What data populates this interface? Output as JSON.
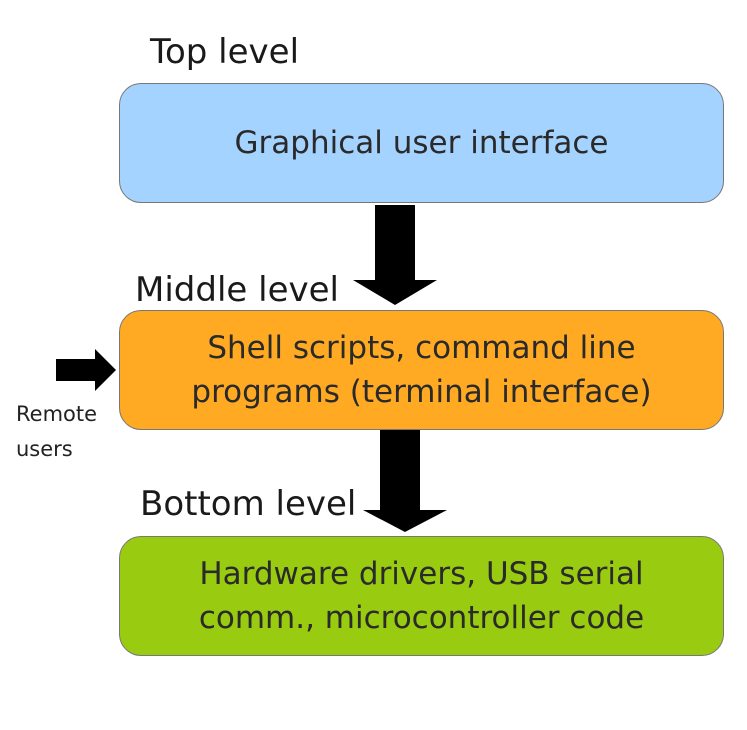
{
  "levels": {
    "top": {
      "label": "Top level",
      "box_text": "Graphical user interface",
      "color": "#a4d3ff"
    },
    "middle": {
      "label": "Middle level",
      "box_lines": [
        "Shell scripts, command line",
        "programs  (terminal interface)"
      ],
      "color": "#ffaa22"
    },
    "bottom": {
      "label": "Bottom level",
      "box_lines": [
        "Hardware drivers, USB serial",
        "comm., microcontroller code"
      ],
      "color": "#99cc11"
    }
  },
  "remote": {
    "line1": "Remote",
    "line2": "users"
  },
  "arrow_color": "#000000"
}
